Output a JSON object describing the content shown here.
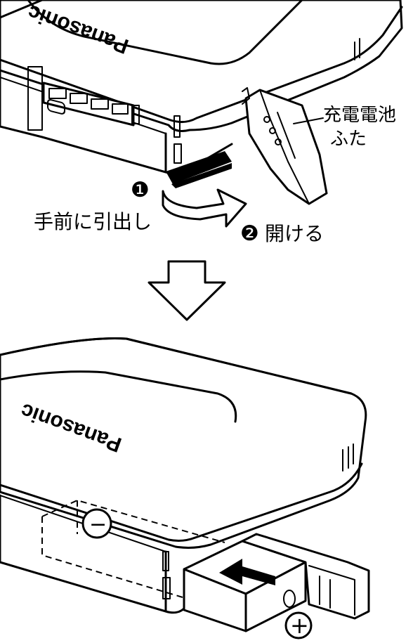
{
  "top_panel": {
    "brand": "Panasonic",
    "lid_label_line1": "充電電池",
    "lid_label_line2": "ふた",
    "step1_marker": "❶",
    "step1_text": "手前に引出し",
    "step2_marker": "❷",
    "step2_text": "開ける"
  },
  "bottom_panel": {
    "brand": "Panasonic",
    "minus_symbol": "−",
    "plus_symbol": "+"
  },
  "icons": {
    "transition": "down-arrow-icon",
    "insert": "left-arrow-icon"
  }
}
